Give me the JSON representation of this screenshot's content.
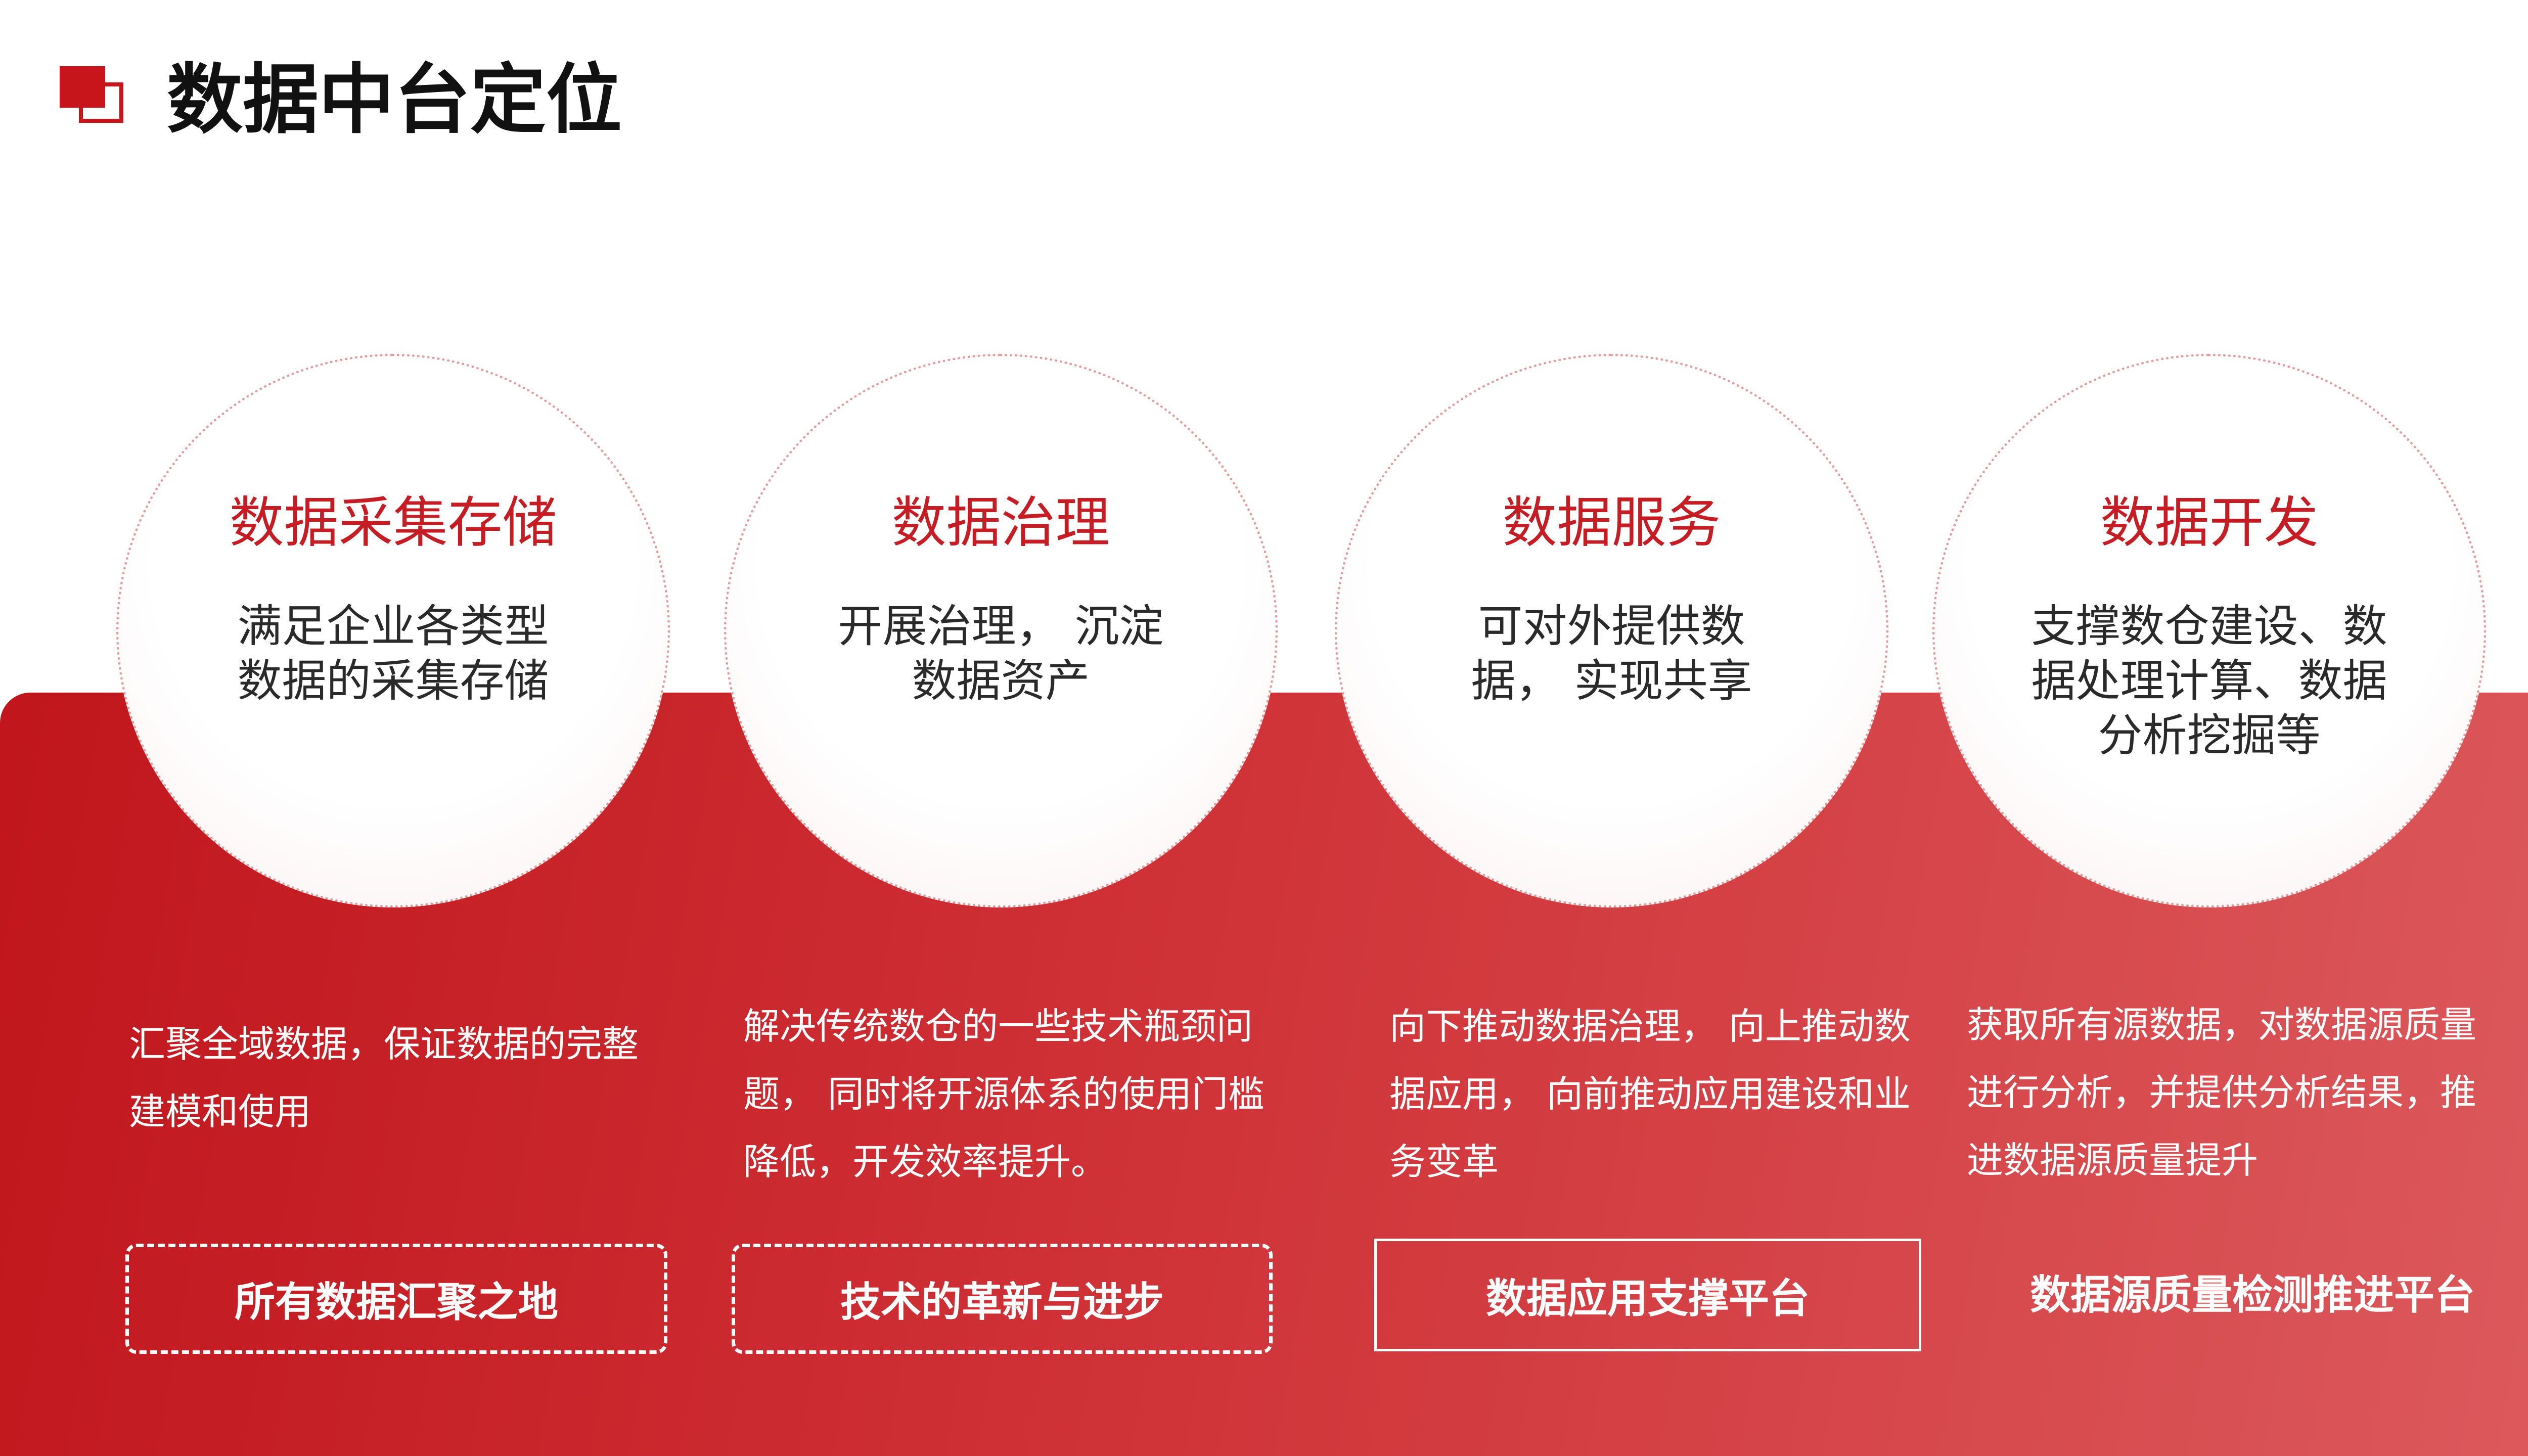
{
  "header": {
    "title": "数据中台定位",
    "logo_icon": "red-square-logo-icon"
  },
  "colors": {
    "accent": "#c8141b",
    "panel_start": "#c0161c",
    "panel_end": "#dc5a5d"
  },
  "columns": [
    {
      "title": "数据采集存储",
      "summary": "满足企业各类型数据的采集存储",
      "description": "汇聚全域数据，保证数据的完整建模和使用",
      "badge": "所有数据汇聚之地"
    },
    {
      "title": "数据治理",
      "summary": "开展治理， 沉淀数据资产",
      "description": "解决传统数仓的一些技术瓶颈问题， 同时将开源体系的使用门槛降低，开发效率提升。",
      "badge": "技术的革新与进步"
    },
    {
      "title": "数据服务",
      "summary": "可对外提供数据， 实现共享",
      "description": "向下推动数据治理， 向上推动数据应用， 向前推动应用建设和业务变革",
      "badge": "数据应用支撑平台"
    },
    {
      "title": "数据开发",
      "summary": "支撑数仓建设、数据处理计算、数据分析挖掘等",
      "description": "获取所有源数据，对数据源质量进行分析，并提供分析结果，推进数据源质量提升",
      "badge": "数据源质量检测推进平台"
    }
  ]
}
